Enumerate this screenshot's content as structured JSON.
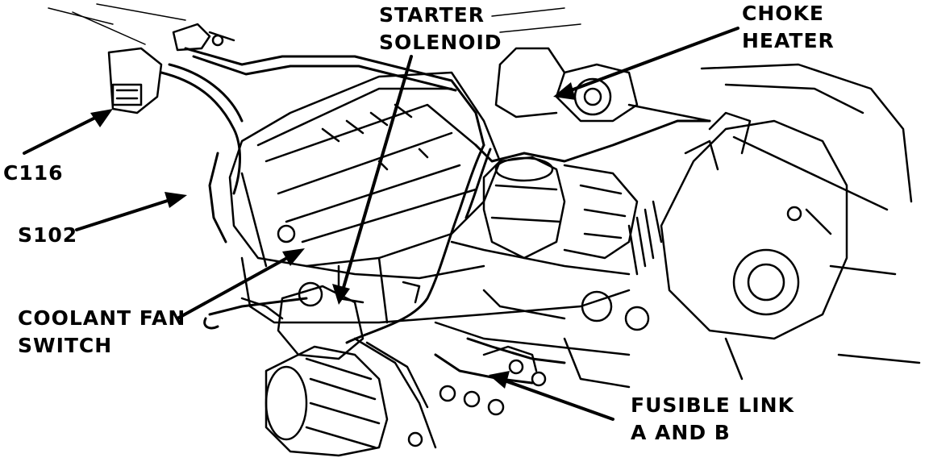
{
  "labels": {
    "starter_solenoid": "STARTER\nSOLENOID",
    "choke_heater": "CHOKE\nHEATER",
    "c116": "C116",
    "s102": "S102",
    "coolant_fan_switch": "COOLANT FAN\nSWITCH",
    "fusible_link": "FUSIBLE LINK\nA AND B"
  },
  "colors": {
    "ink": "#000000",
    "paper": "#ffffff"
  }
}
